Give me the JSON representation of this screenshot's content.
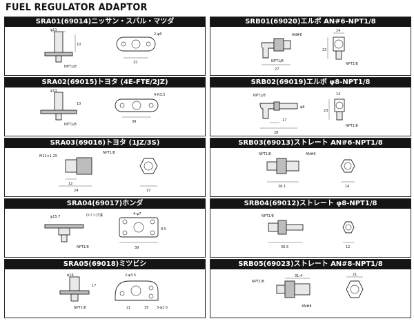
{
  "title": "FUEL REGULATOR ADAPTOR",
  "left": [
    {
      "name": "SRA01(69014)ニッサン・スバル・マツダ",
      "labels": {
        "phi": "φ11",
        "thread": "NPT1/8",
        "holes": "2-φ6",
        "width": "32",
        "height": "10"
      }
    },
    {
      "name": "SRA02(69015)トヨタ (4E-FTE/2JZ)",
      "labels": {
        "phi": "φ11",
        "thread": "NPT1/8",
        "radius": "4-R3.5",
        "width": "39",
        "height": "10"
      }
    },
    {
      "name": "SRA03(69016)トヨタ (1JZ/3S)",
      "labels": {
        "m": "M12×1.25",
        "thread": "NPT1/8",
        "a": "12",
        "b": "24",
        "c": "17"
      }
    },
    {
      "name": "SRA04(69017)ホンダ",
      "labels": {
        "phi": "φ15.7",
        "oring": "Oリング溝",
        "thread": "NPT1/8",
        "holes": "4-φ7",
        "width": "39",
        "height": "8.5"
      }
    },
    {
      "name": "SRA05(69018)ミツビシ",
      "labels": {
        "phi": "φ16",
        "thread": "NPT1/8",
        "holes": "2-φ3.5",
        "a": "21",
        "b": "35",
        "c": "3-φ3.5",
        "d": "17"
      }
    }
  ],
  "right": [
    {
      "name": "SRB01(69020)エルボ AN#6-NPT1/8",
      "labels": {
        "an": "AN#6",
        "thread": "NPT1/8",
        "a": "27",
        "b": "23",
        "c": "14"
      }
    },
    {
      "name": "SRB02(69019)エルボ φ8-NPT1/8",
      "labels": {
        "thread": "NPT1/8",
        "a": "17",
        "b": "28",
        "c": "23",
        "d": "14",
        "phi": "φ8"
      }
    },
    {
      "name": "SRB03(69013)ストレート AN#6-NPT1/8",
      "labels": {
        "thread": "NPT1/8",
        "an": "AN#6",
        "a": "28.1",
        "b": "14"
      }
    },
    {
      "name": "SRB04(69012)ストレート φ8-NPT1/8",
      "labels": {
        "thread": "NPT1/8",
        "a": "30.5",
        "b": "12"
      }
    },
    {
      "name": "SRB05(69023)ストレート AN#8-NPT1/8",
      "labels": {
        "thread": "NPT1/8",
        "a": "31.4",
        "an": "AN#8",
        "b": "21"
      }
    }
  ]
}
